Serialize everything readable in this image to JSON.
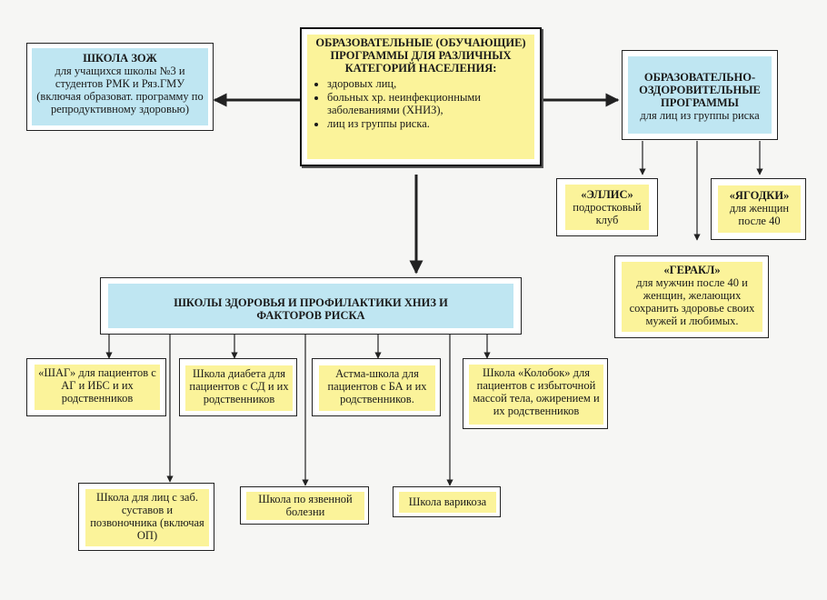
{
  "center": {
    "title": "ОБРАЗОВАТЕЛЬНЫЕ (ОБУЧАЮЩИЕ) ПРОГРАММЫ ДЛЯ РАЗЛИЧНЫХ КАТЕГОРИЙ НАСЕЛЕНИЯ:",
    "items": [
      "здоровых лиц,",
      "больных хр. неинфекционными заболеваниями (ХНИЗ),",
      "лиц из группы риска."
    ]
  },
  "left": {
    "title": "ШКОЛА ЗОЖ",
    "text": "для учащихся школы №3 и студентов РМК и Ряз.ГМУ (включая образоват. программу по репродуктивному здоровью)"
  },
  "right": {
    "title": "ОБРАЗОВАТЕЛЬНО-ОЗДОРОВИТЕЛЬНЫЕ ПРОГРАММЫ",
    "subtitle": "для лиц из группы риска"
  },
  "programs": {
    "ellis": {
      "title": "«ЭЛЛИС»",
      "text": "подростковый клуб"
    },
    "yagodki": {
      "title": "«ЯГОДКИ»",
      "text": "для женщин после 40"
    },
    "gerakl": {
      "title": "«ГЕРАКЛ»",
      "text": "для мужчин после 40 и женщин, желающих сохранить здоровье своих мужей и любимых."
    }
  },
  "schools": {
    "title": "ШКОЛЫ ЗДОРОВЬЯ И ПРОФИЛАКТИКИ ХНИЗ И ФАКТОРОВ РИСКА",
    "items": [
      "«ШАГ» для пациентов с АГ и ИБС и их родственников",
      "Школа диабета для пациентов с СД и их родственников",
      "Астма-школа для пациентов с БА и их родственников.",
      "Школа «Колобок» для пациентов с избыточной массой тела, ожирением и их родственников",
      "Школа для лиц с заб. суставов и позвоночника (включая ОП)",
      "Школа по язвенной болезни",
      "Школа варикоза"
    ]
  }
}
